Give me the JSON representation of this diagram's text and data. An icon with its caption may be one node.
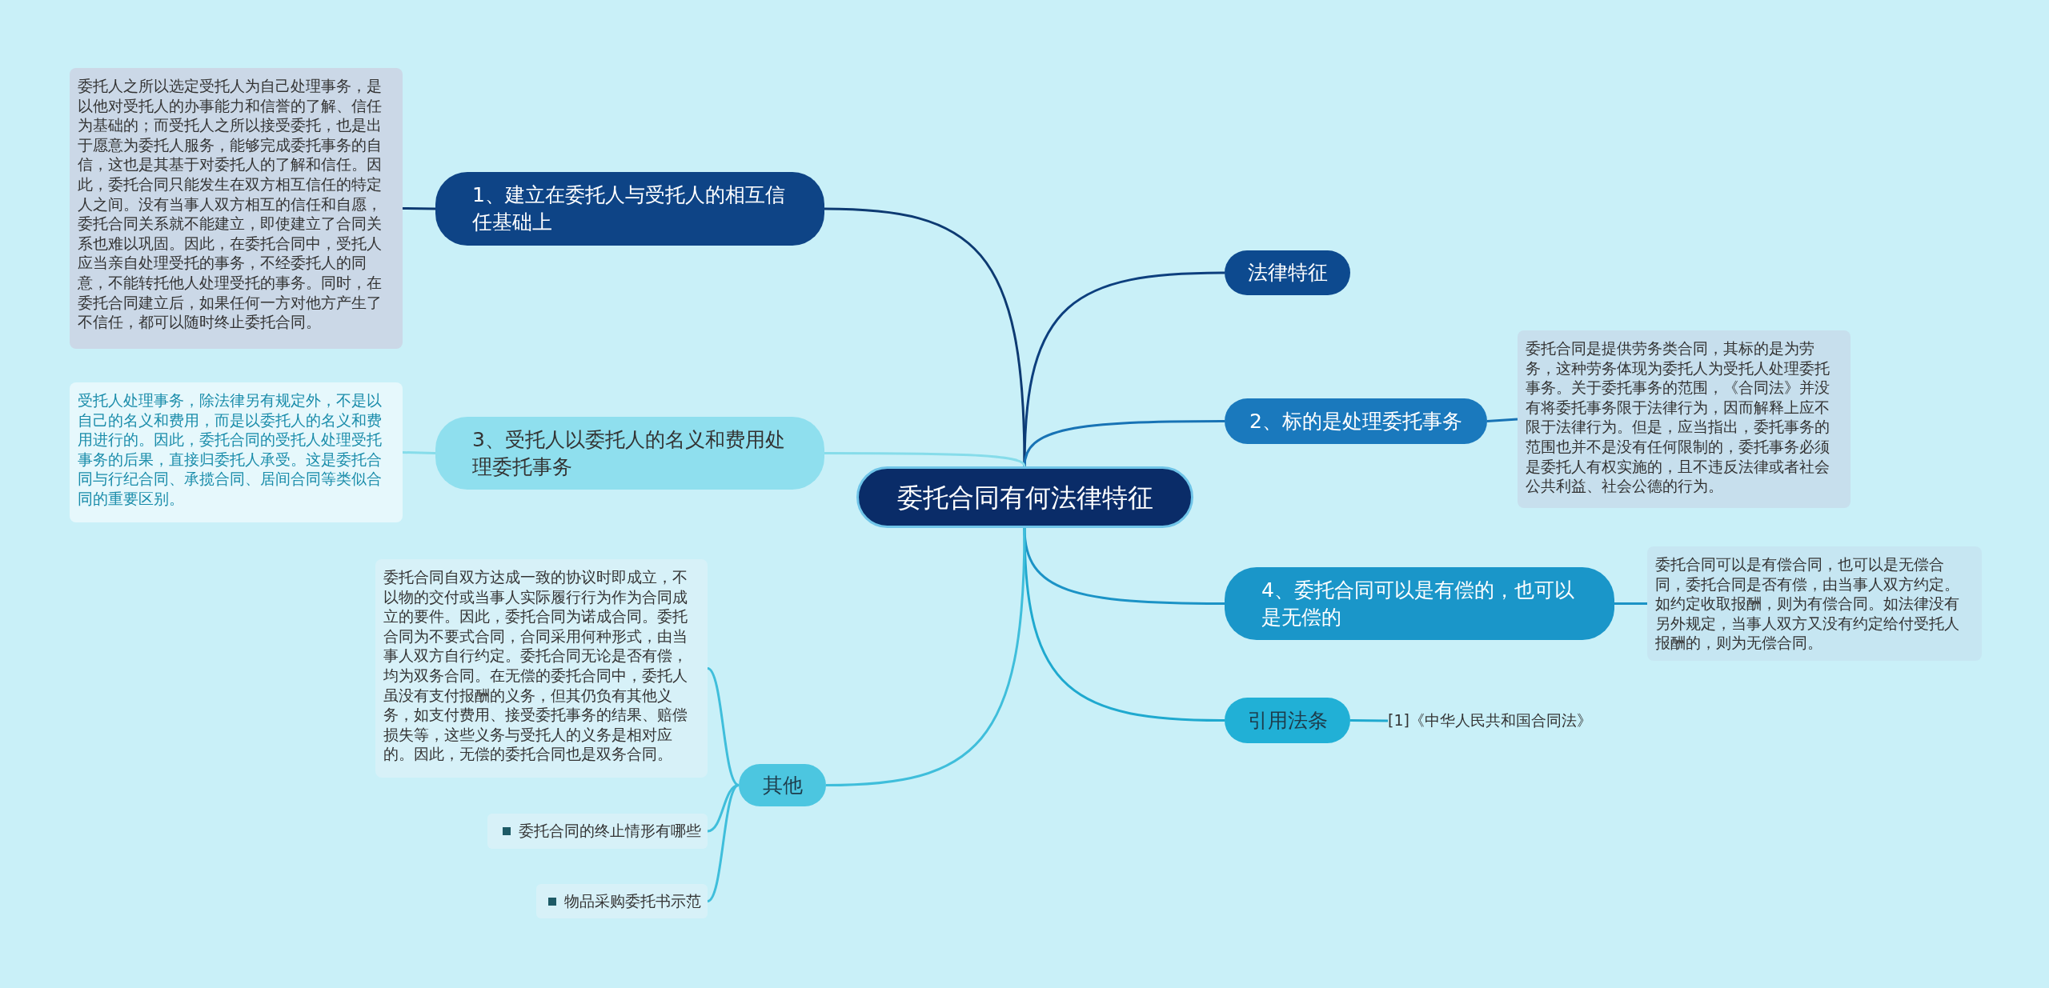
{
  "diagram": {
    "nodes": [
      {
        "text": [
          "委托合同有何法律特征"
        ]
      },
      {
        "text": [
          "法律特征"
        ]
      },
      {
        "text": [
          "1、建立在委托人与受托人的相互信任基础上"
        ]
      },
      {
        "text": [
          "委托人之所以选定受托人为自己处理事务，是以他对受托人的办事能力和信誉的了解、信任为基础的；而受托人之所以接受委托，也是出于愿意为委托人服务，能够完成委托事务的自信，这也是其基于对委托人的了解和信任。因此，委托合同只能发生在双方相互信任的特定人之间。没有当事人双方相互的信任和自愿，委托合同关系就不能建立，即使建立了合同关系也难以巩固。因此，在委托合同中，受托人应当亲自处理受托的事务，不经委托人的同意，不能转托他人处理受托的事务。同时，在委托合同建立后，如果任何一方对他方产生了不信任，都可以随时终止委托合同。"
        ]
      },
      {
        "text": [
          "2、标的是处理委托事务"
        ]
      },
      {
        "text": [
          "委托合同是提供劳务类合同，其标的是为劳务，这种劳务体现为委托人为受托人处理委托事务。关于委托事务的范围，《合同法》并没有将委托事务限于法律行为，因而解释上应不限于法律行为。但是，应当指出，委托事务的范围也并不是没有任何限制的，委托事务必须是委托人有权实施的，且不违反法律或者社会公共利益、社会公德的行为。"
        ]
      },
      {
        "text": [
          "3、受托人以委托人的名义和费用处理委托事务"
        ]
      },
      {
        "text": [
          "受托人处理事务，除法律另有规定外，不是以自己的名义和费用，而是以委托人的名义和费用进行的。因此，委托合同的受托人处理受托事务的后果，直接归委托人承受。这是委托合同与行纪合同、承揽合同、居间合同等类似合同的重要区别。"
        ]
      },
      {
        "text": [
          "4、委托合同可以是有偿的，也可以是无偿的"
        ]
      },
      {
        "text": [
          "委托合同可以是有偿合同，也可以是无偿合同，委托合同是否有偿，由当事人双方约定。如约定收取报酬，则为有偿合同。如法律没有另外规定，当事人双方又没有约定给付受托人报酬的，则为无偿合同。"
        ]
      },
      {
        "text": [
          "引用法条"
        ]
      },
      {
        "text": [
          "[1]《中华人民共和国合同法》"
        ]
      },
      {
        "text": [
          "其他"
        ]
      },
      {
        "text": [
          "委托合同自双方达成一致的协议时即成立，不以物的交付或当事人实际履行行为作为合同成立的要件。因此，委托合同为诺成合同。委托合同为不要式合同，合同采用何种形式，由当事人双方自行约定。委托合同无论是否有偿，均为双务合同。在无偿的委托合同中，委托人虽没有支付报酬的义务，但其仍负有其他义务，如支付费用、接受委托事务的结果、赔偿损失等，这些义务与受托人的义务是相对应的。因此，无偿的委托合同也是双务合同。"
        ]
      },
      {
        "text": [
          "委托合同的终止情形有哪些"
        ]
      },
      {
        "text": [
          "物品采购委托书示范"
        ]
      }
    ],
    "edges": [
      {
        "from": 0,
        "to": 1,
        "arrow": "none",
        "color": "#0d3f7e"
      },
      {
        "from": 0,
        "to": 2,
        "arrow": "none",
        "color": "#0d3a72"
      },
      {
        "from": 2,
        "to": 3,
        "arrow": "none",
        "color": "#0d3a72"
      },
      {
        "from": 0,
        "to": 4,
        "arrow": "none",
        "color": "#1873b5"
      },
      {
        "from": 4,
        "to": 5,
        "arrow": "none",
        "color": "#1873b5"
      },
      {
        "from": 0,
        "to": 6,
        "arrow": "none",
        "color": "#86dcea"
      },
      {
        "from": 6,
        "to": 7,
        "arrow": "none",
        "color": "#86dcea"
      },
      {
        "from": 0,
        "to": 8,
        "arrow": "none",
        "color": "#1b93c6"
      },
      {
        "from": 8,
        "to": 9,
        "arrow": "none",
        "color": "#1b93c6"
      },
      {
        "from": 0,
        "to": 10,
        "arrow": "none",
        "color": "#1fa9cf"
      },
      {
        "from": 10,
        "to": 11,
        "arrow": "none",
        "color": "#1fa9cf"
      },
      {
        "from": 0,
        "to": 12,
        "arrow": "none",
        "color": "#3fbedb"
      },
      {
        "from": 12,
        "to": 13,
        "arrow": "none",
        "color": "#3fbedb"
      },
      {
        "from": 12,
        "to": 14,
        "arrow": "none",
        "color": "#3fbedb"
      },
      {
        "from": 12,
        "to": 15,
        "arrow": "none",
        "color": "#3fbedb"
      }
    ]
  }
}
